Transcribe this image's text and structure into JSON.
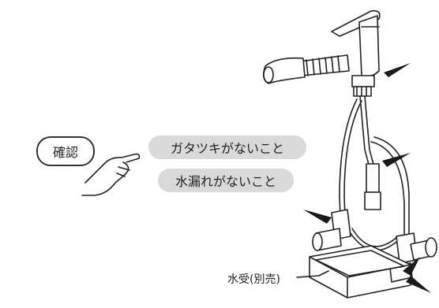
{
  "labels": {
    "confirm": "確認",
    "check_1": "ガタツキがないこと",
    "check_2": "水漏れがないこと",
    "water_tray": "水受(別売)"
  },
  "colors": {
    "bubble_fill": "#d9d9d9",
    "line": "#222222",
    "arrow": "#1a1a1a"
  },
  "icons": [
    "pointing-hand-icon",
    "arrow-icon"
  ]
}
